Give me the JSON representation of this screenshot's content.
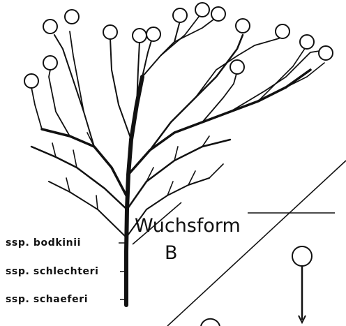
{
  "figure": {
    "title_line1": "Wuchsform",
    "title_line2": "B"
  },
  "labels": [
    "ssp. bodkinii",
    "ssp. schlechteri",
    "ssp. schaeferi"
  ]
}
